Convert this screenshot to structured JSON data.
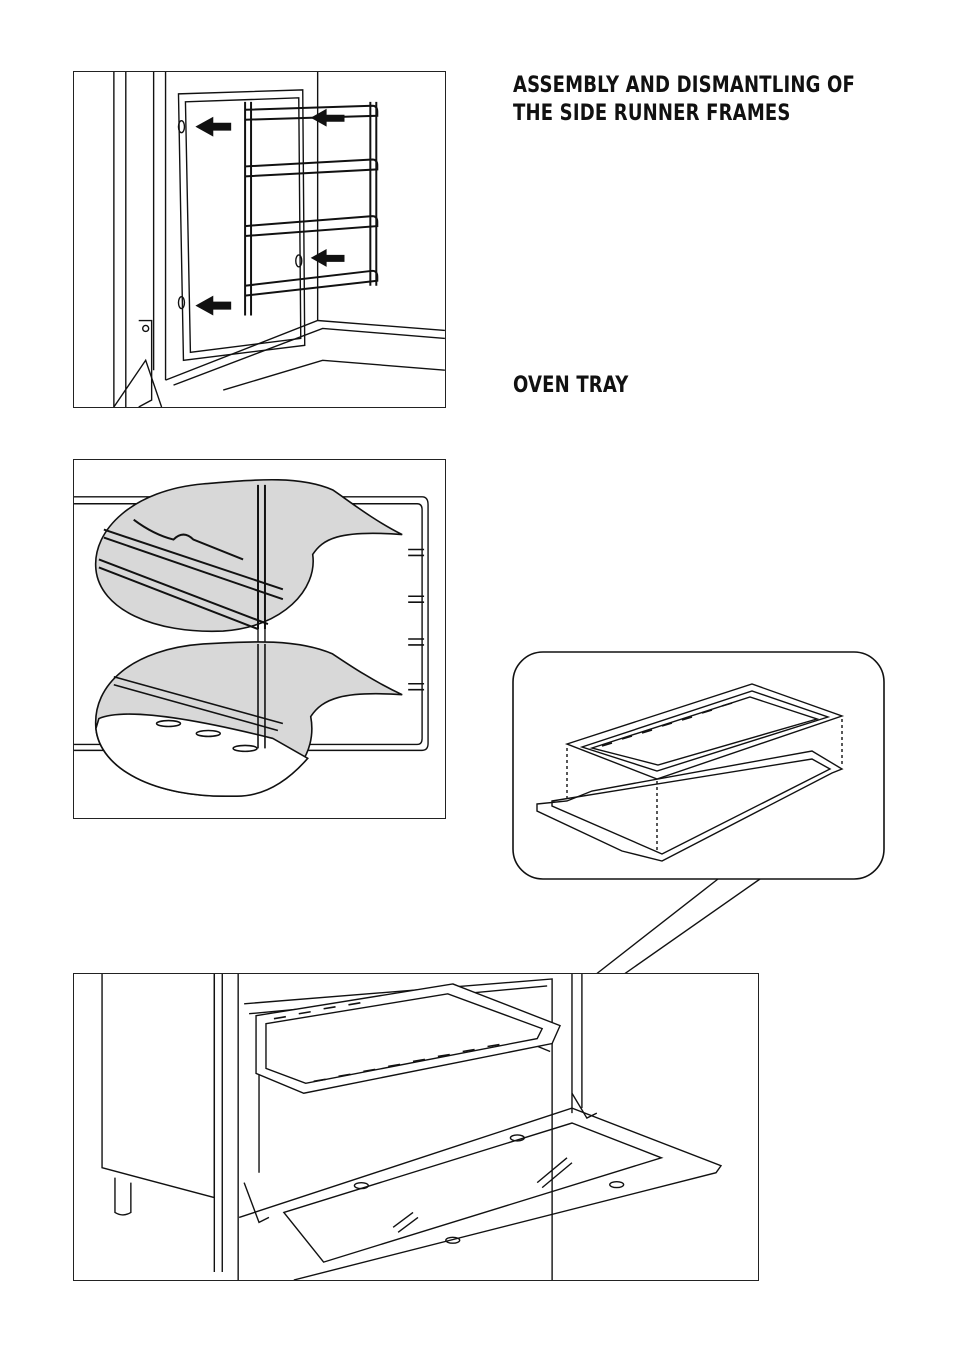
{
  "headings": {
    "side_runner": "ASSEMBLY AND DISMANTLING OF\nTHE SIDE RUNNER FRAMES",
    "oven_tray": "OVEN TRAY"
  },
  "figures": {
    "fig1_icon": "side-runner-frame-illustration",
    "fig2_icon": "runner-detail-illustration",
    "fig3_icon": "oven-tray-detail-illustration",
    "fig4_icon": "open-oven-with-tray-illustration"
  }
}
